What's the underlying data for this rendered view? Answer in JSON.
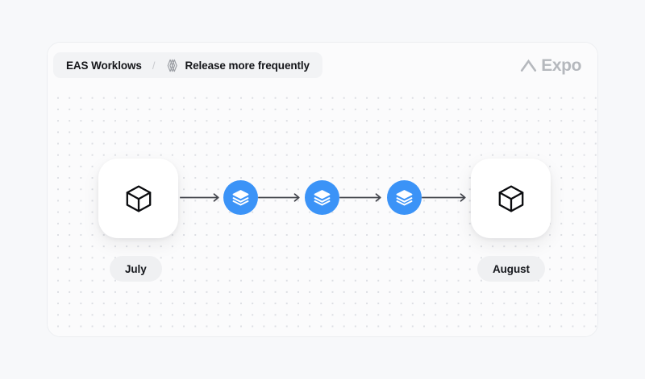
{
  "page": {
    "background_color": "#f7f8fa"
  },
  "stage": {
    "background_color": "#fbfbfc",
    "border_color": "#eceef1"
  },
  "header": {
    "breadcrumb": {
      "root_label": "EAS Worklows",
      "separator": "/",
      "workflow_icon": "workflow-layers-icon",
      "leaf_label": "Release more frequently"
    },
    "brand": {
      "caret_icon": "expo-caret-icon",
      "wordmark": "Expo",
      "color": "#b5b8bd"
    }
  },
  "flow": {
    "accent_color": "#3b93f7",
    "connector_color": "#44464d",
    "nodes": [
      {
        "id": "start",
        "type": "card",
        "icon": "cube-icon",
        "label": "July"
      },
      {
        "id": "step-1",
        "type": "circle",
        "icon": "layers-icon",
        "label": ""
      },
      {
        "id": "step-2",
        "type": "circle",
        "icon": "layers-icon",
        "label": ""
      },
      {
        "id": "step-3",
        "type": "circle",
        "icon": "layers-icon",
        "label": ""
      },
      {
        "id": "end",
        "type": "card",
        "icon": "cube-icon",
        "label": "August"
      }
    ],
    "labels": {
      "start": "July",
      "end": "August"
    }
  }
}
